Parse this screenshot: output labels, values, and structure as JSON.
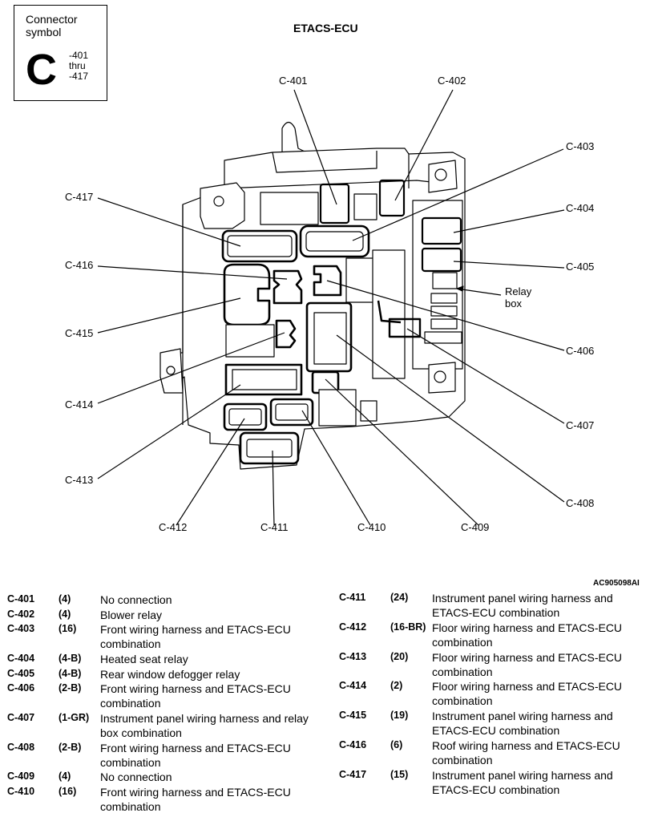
{
  "symbol": {
    "caption_line1": "Connector",
    "caption_line2": "symbol",
    "letter": "C",
    "range_line1": "-401",
    "range_line2": "thru",
    "range_line3": "-417"
  },
  "title": "ETACS-ECU",
  "figure_code": "AC905098AI",
  "callouts": {
    "c401": "C-401",
    "c402": "C-402",
    "c403": "C-403",
    "c404": "C-404",
    "c405": "C-405",
    "c406": "C-406",
    "c407": "C-407",
    "c408": "C-408",
    "c409": "C-409",
    "c410": "C-410",
    "c411": "C-411",
    "c412": "C-412",
    "c413": "C-413",
    "c414": "C-414",
    "c415": "C-415",
    "c416": "C-416",
    "c417": "C-417",
    "relay_line1": "Relay",
    "relay_line2": "box"
  },
  "legend_left": [
    {
      "code": "C-401",
      "pins": "(4)",
      "desc": "No connection"
    },
    {
      "code": "C-402",
      "pins": "(4)",
      "desc": "Blower relay"
    },
    {
      "code": "C-403",
      "pins": "(16)",
      "desc": "Front wiring harness and ETACS-ECU combination"
    },
    {
      "code": "C-404",
      "pins": "(4-B)",
      "desc": "Heated seat relay"
    },
    {
      "code": "C-405",
      "pins": "(4-B)",
      "desc": "Rear window defogger relay"
    },
    {
      "code": "C-406",
      "pins": "(2-B)",
      "desc": "Front wiring harness and ETACS-ECU combination"
    },
    {
      "code": "C-407",
      "pins": "(1-GR)",
      "desc": "Instrument panel wiring harness and relay box combination"
    },
    {
      "code": "C-408",
      "pins": "(2-B)",
      "desc": "Front wiring harness and ETACS-ECU combination"
    },
    {
      "code": "C-409",
      "pins": "(4)",
      "desc": "No connection"
    },
    {
      "code": "C-410",
      "pins": "(16)",
      "desc": "Front wiring harness and ETACS-ECU combination"
    }
  ],
  "legend_right": [
    {
      "code": "C-411",
      "pins": "(24)",
      "desc": "Instrument panel wiring harness and ETACS-ECU combination"
    },
    {
      "code": "C-412",
      "pins": "(16-BR)",
      "desc": "Floor wiring harness and ETACS-ECU combination"
    },
    {
      "code": "C-413",
      "pins": "(20)",
      "desc": "Floor wiring harness and ETACS-ECU combination"
    },
    {
      "code": "C-414",
      "pins": "(2)",
      "desc": "Floor wiring harness and ETACS-ECU combination"
    },
    {
      "code": "C-415",
      "pins": "(19)",
      "desc": "Instrument panel wiring harness and ETACS-ECU combination"
    },
    {
      "code": "C-416",
      "pins": "(6)",
      "desc": "Roof wiring harness and ETACS-ECU combination"
    },
    {
      "code": "C-417",
      "pins": "(15)",
      "desc": "Instrument panel wiring harness and ETACS-ECU combination"
    }
  ]
}
